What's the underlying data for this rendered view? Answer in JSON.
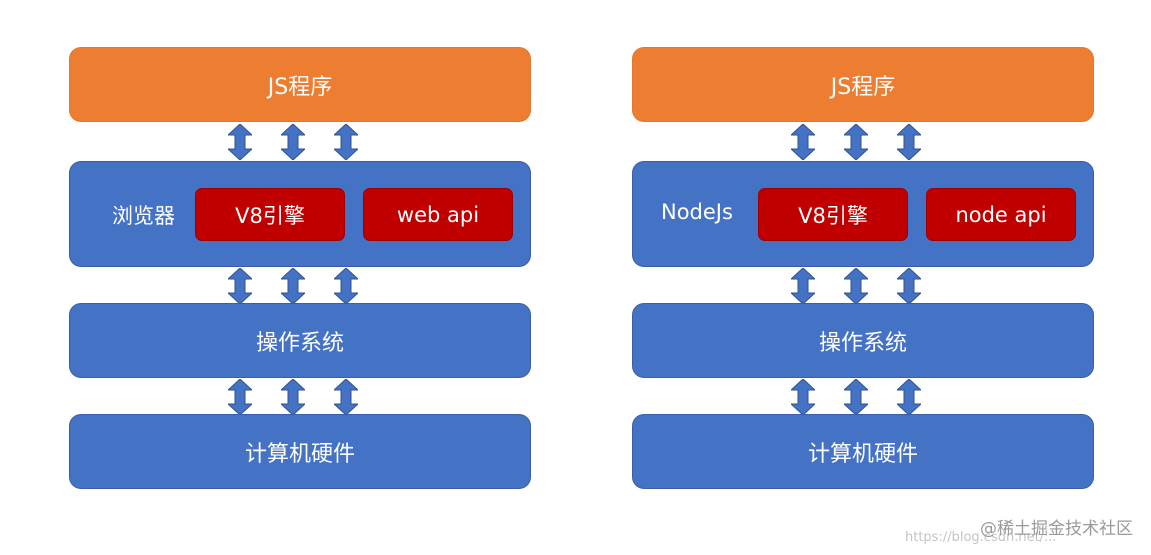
{
  "left_stack": {
    "program": "JS程序",
    "runtime_label": "浏览器",
    "engine": "V8引擎",
    "api": "web api",
    "os": "操作系统",
    "hardware": "计算机硬件"
  },
  "right_stack": {
    "program": "JS程序",
    "runtime_label": "NodeJs",
    "engine": "V8引擎",
    "api": "node api",
    "os": "操作系统",
    "hardware": "计算机硬件"
  },
  "watermark": "@稀土掘金技术社区",
  "watermark_url": "https://blog.csdn.net/...",
  "colors": {
    "program": "#ed7d31",
    "layer": "#4472c4",
    "sub_box": "#c00000",
    "arrow": "#4472c4"
  },
  "icons": [
    "double-arrow-icon"
  ]
}
